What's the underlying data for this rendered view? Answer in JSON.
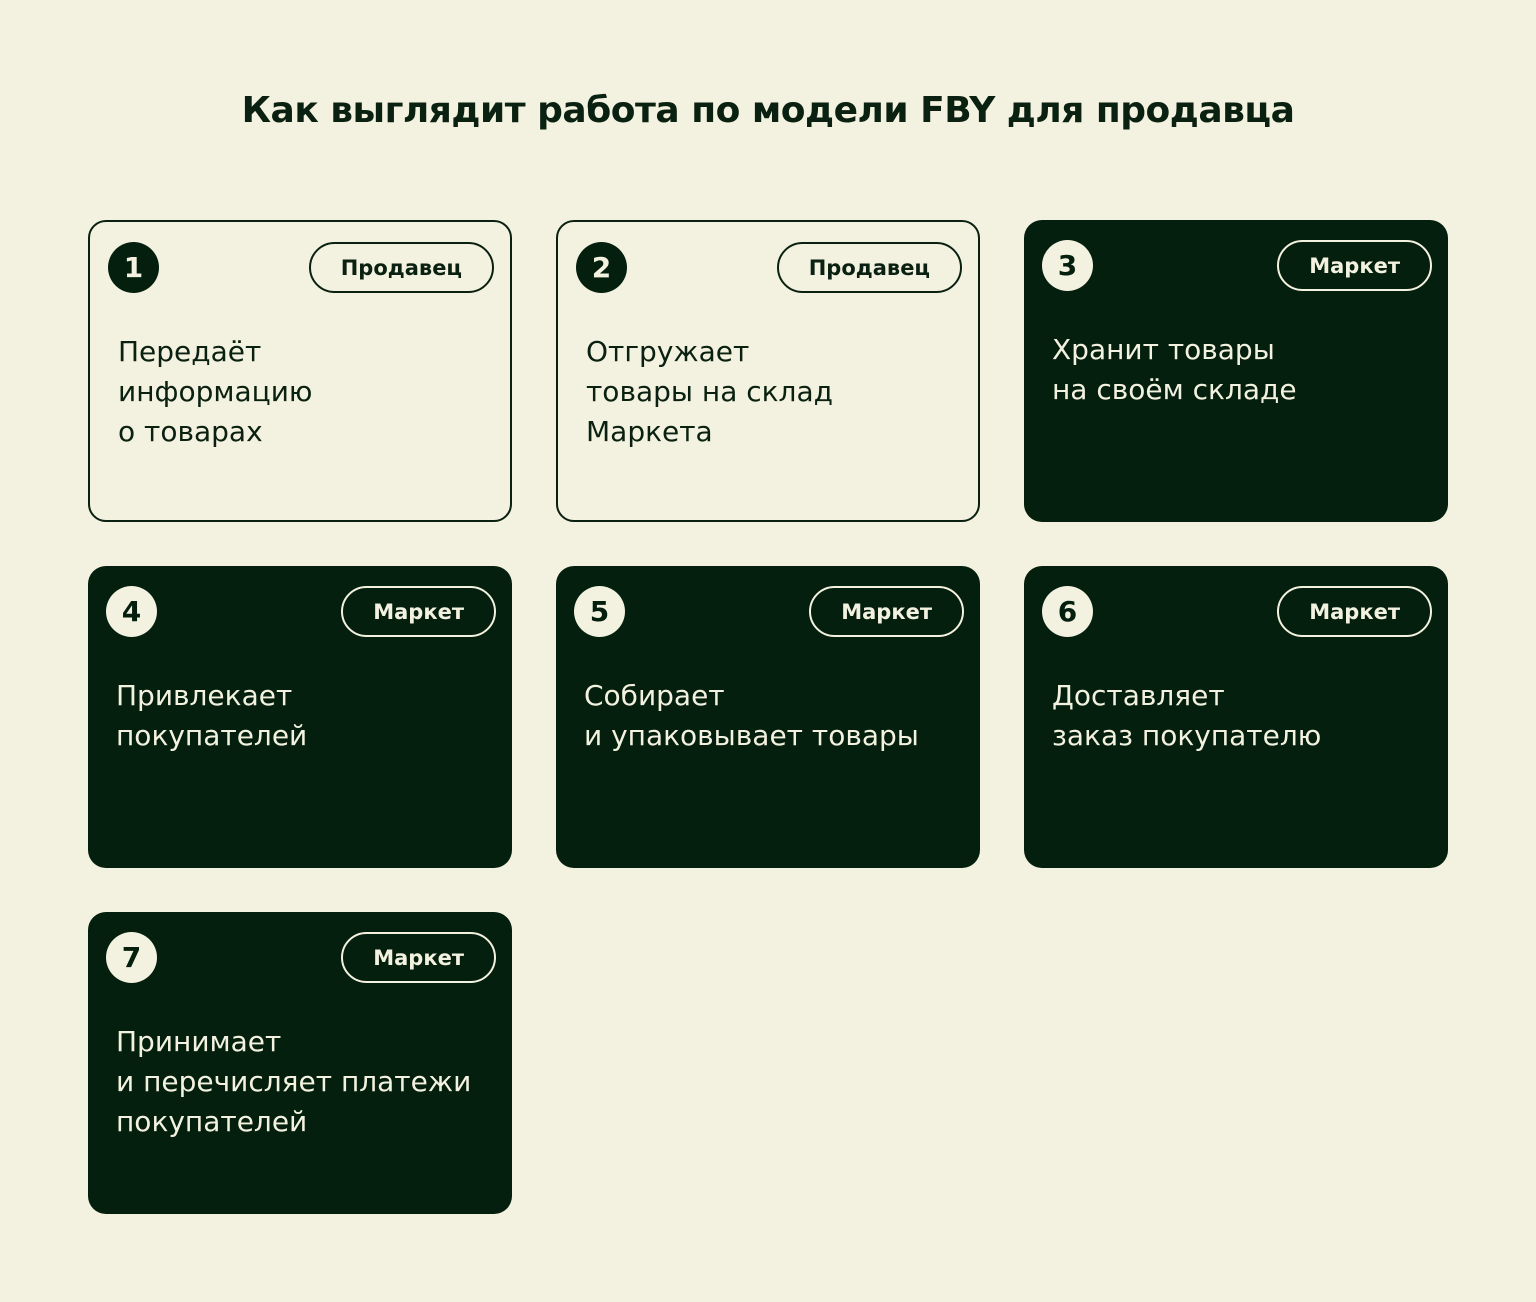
{
  "title": "Как выглядит работа по модели FBY для продавца",
  "colors": {
    "background": "#f3f1df",
    "dark_card": "#041f0d",
    "text_dark": "#0a2010"
  },
  "cards": [
    {
      "number": "1",
      "tag": "Продавец",
      "text": "Передаёт\nинформацию\nо товарах",
      "style": "light"
    },
    {
      "number": "2",
      "tag": "Продавец",
      "text": "Отгружает\nтовары на склад\nМаркета",
      "style": "light"
    },
    {
      "number": "3",
      "tag": "Маркет",
      "text": "Хранит товары\nна своём складе",
      "style": "dark"
    },
    {
      "number": "4",
      "tag": "Маркет",
      "text": "Привлекает\nпокупателей",
      "style": "dark"
    },
    {
      "number": "5",
      "tag": "Маркет",
      "text": "Собирает\nи упаковывает товары",
      "style": "dark"
    },
    {
      "number": "6",
      "tag": "Маркет",
      "text": "Доставляет\nзаказ покупателю",
      "style": "dark"
    },
    {
      "number": "7",
      "tag": "Маркет",
      "text": "Принимает\nи перечисляет платежи\nпокупателей",
      "style": "dark"
    }
  ]
}
